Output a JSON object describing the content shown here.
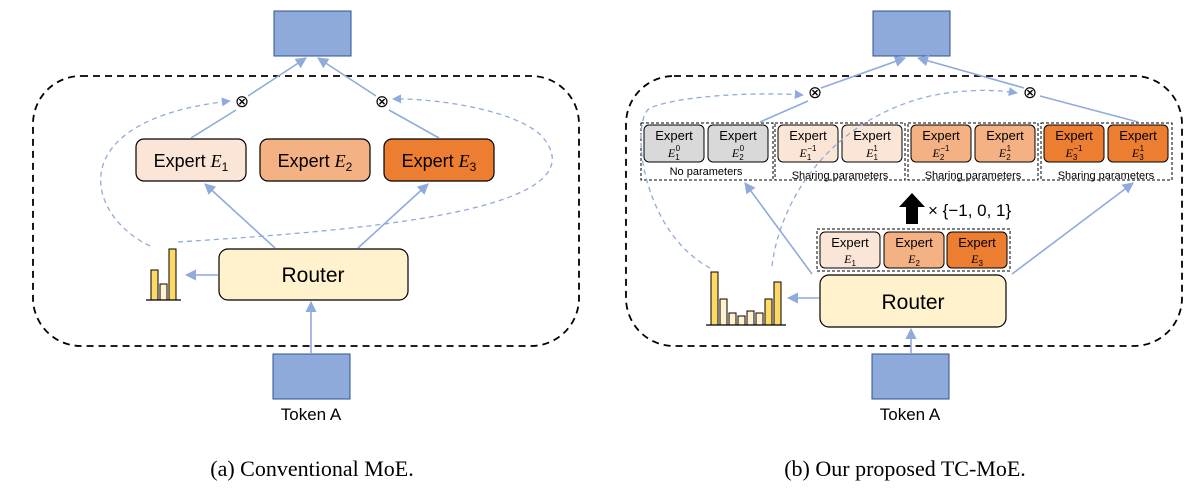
{
  "colors": {
    "blue_box": "#8eaadb",
    "arrow": "#8faadc",
    "router_fill": "#fff2cc",
    "expert_light": "#fbe5d6",
    "expert_mid": "#f4b183",
    "expert_dark": "#ed7d31",
    "expert_zero": "#d9d9d9",
    "bar_fill": "#ffd966"
  },
  "left": {
    "token_label": "Token A",
    "router_label": "Router",
    "experts": [
      {
        "word": "Expert",
        "sym": "E",
        "sub": "1"
      },
      {
        "word": "Expert",
        "sym": "E",
        "sub": "2"
      },
      {
        "word": "Expert",
        "sym": "E",
        "sub": "3"
      }
    ],
    "combine_symbol": "⊗",
    "caption": "(a) Conventional MoE."
  },
  "right": {
    "token_label": "Token A",
    "router_label": "Router",
    "combine_symbol": "⊗",
    "ternary_label": "× {−1, 0, 1}",
    "base_experts": [
      {
        "word": "Expert",
        "sym": "E",
        "sub": "1"
      },
      {
        "word": "Expert",
        "sym": "E",
        "sub": "2"
      },
      {
        "word": "Expert",
        "sym": "E",
        "sub": "3"
      }
    ],
    "groups": [
      {
        "label": "No parameters",
        "experts": [
          {
            "word": "Expert",
            "sym": "E",
            "sub": "1",
            "sup": "0"
          },
          {
            "word": "Expert",
            "sym": "E",
            "sub": "2",
            "sup": "0"
          }
        ]
      },
      {
        "label": "Sharing parameters",
        "experts": [
          {
            "word": "Expert",
            "sym": "E",
            "sub": "1",
            "sup": "−1"
          },
          {
            "word": "Expert",
            "sym": "E",
            "sub": "1",
            "sup": "1"
          }
        ]
      },
      {
        "label": "Sharing parameters",
        "experts": [
          {
            "word": "Expert",
            "sym": "E",
            "sub": "2",
            "sup": "−1"
          },
          {
            "word": "Expert",
            "sym": "E",
            "sub": "2",
            "sup": "1"
          }
        ]
      },
      {
        "label": "Sharing parameters",
        "experts": [
          {
            "word": "Expert",
            "sym": "E",
            "sub": "3",
            "sup": "−1"
          },
          {
            "word": "Expert",
            "sym": "E",
            "sub": "3",
            "sup": "1"
          }
        ]
      }
    ],
    "caption": "(b) Our proposed TC-MoE."
  }
}
